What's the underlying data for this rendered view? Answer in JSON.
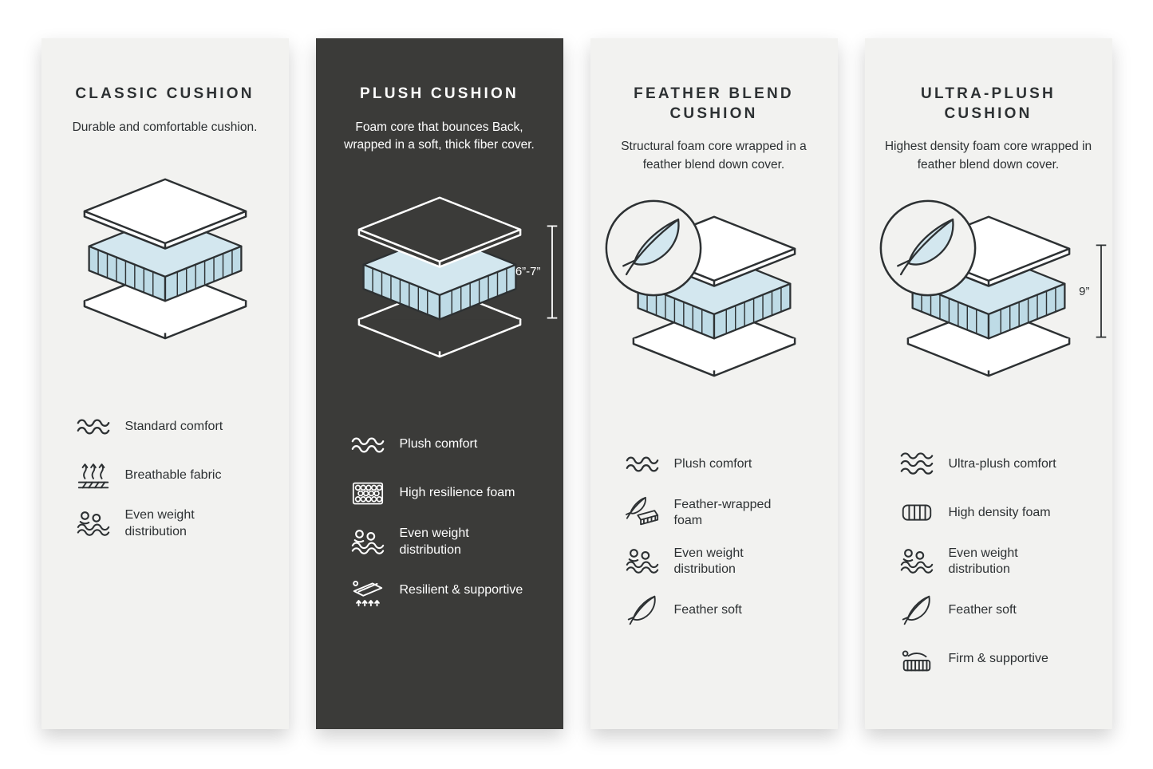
{
  "page": {
    "background": "#ffffff"
  },
  "colors": {
    "card_background": "#f2f2f0",
    "dark_card_background": "#3b3b39",
    "text_dark": "#2d3133",
    "text_light": "#ffffff",
    "foam_blue_top": "#d3e7ef",
    "foam_blue_side": "#bedbe6"
  },
  "panels": [
    {
      "id": "classic-cushion",
      "theme": "light",
      "title": "CLASSIC CUSHION",
      "description": "Durable and comfortable cushion.",
      "feather_badge": false,
      "features": [
        {
          "icon": "wave-icon",
          "label": "Standard comfort"
        },
        {
          "icon": "breathable-icon",
          "label": "Breathable fabric"
        },
        {
          "icon": "even-weight-icon",
          "label": "Even weight distribution"
        }
      ]
    },
    {
      "id": "plush-cushion",
      "theme": "dark",
      "title": "PLUSH CUSHION",
      "description": "Foam core that bounces Back, wrapped in a soft, thick fiber cover.",
      "feather_badge": false,
      "measurement": "6”-7”",
      "features": [
        {
          "icon": "wave-icon",
          "label": "Plush comfort"
        },
        {
          "icon": "honeycomb-icon",
          "label": "High resilience foam"
        },
        {
          "icon": "even-weight-icon",
          "label": "Even weight distribution"
        },
        {
          "icon": "bounce-support-icon",
          "label": "Resilient & supportive"
        }
      ]
    },
    {
      "id": "feather-blend-cushion",
      "theme": "light",
      "title": "FEATHER BLEND CUSHION",
      "description": "Structural foam core wrapped in a feather blend down cover.",
      "feather_badge": true,
      "features": [
        {
          "icon": "wave-icon",
          "label": "Plush comfort"
        },
        {
          "icon": "feather-wrapped-foam-icon",
          "label": "Feather-wrapped foam"
        },
        {
          "icon": "even-weight-icon",
          "label": "Even weight distribution"
        },
        {
          "icon": "feather-icon",
          "label": "Feather soft"
        }
      ]
    },
    {
      "id": "ultra-plush-cushion",
      "theme": "light",
      "title": "ULTRA-PLUSH CUSHION",
      "description": "Highest density foam core wrapped in feather blend down cover.",
      "feather_badge": true,
      "measurement": "9”",
      "features": [
        {
          "icon": "waves-icon",
          "label": "Ultra-plush comfort"
        },
        {
          "icon": "high-density-foam-icon",
          "label": "High density foam"
        },
        {
          "icon": "even-weight-icon",
          "label": "Even weight distribution"
        },
        {
          "icon": "feather-icon",
          "label": "Feather soft"
        },
        {
          "icon": "firm-support-icon",
          "label": "Firm & supportive"
        }
      ]
    }
  ]
}
